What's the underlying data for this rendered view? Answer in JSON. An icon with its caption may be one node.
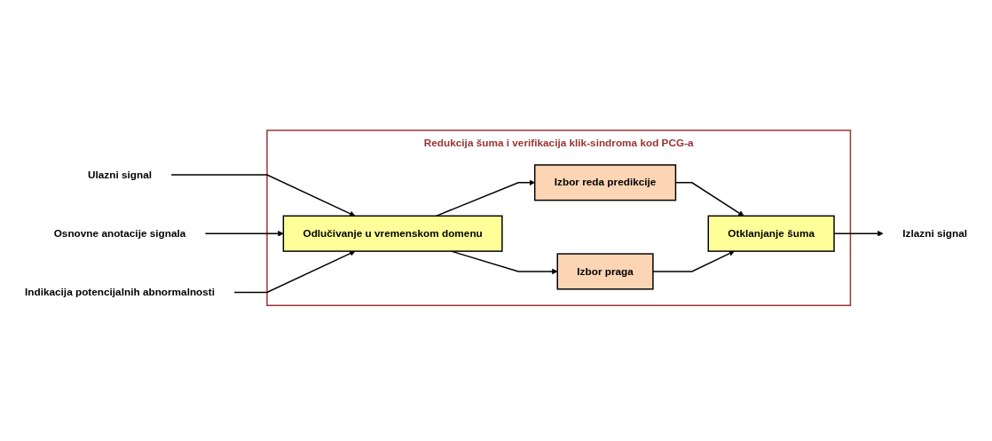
{
  "diagram": {
    "nodes": [
      {
        "text": [
          "Redukcija šuma i verifikacija klik-sindroma kod PCG-a"
        ]
      },
      {
        "text": [
          "Ulazni signal"
        ]
      },
      {
        "text": [
          "Odlučivanje u vremenskom domenu"
        ],
        "in": 0
      },
      {
        "text": [
          "Izbor reda predikcije"
        ],
        "in": 0
      },
      {
        "text": [
          "Izbor praga"
        ],
        "in": 0
      },
      {
        "text": [
          "Otklanjanje šuma"
        ],
        "in": 0
      },
      {
        "text": [
          "Izlazni signal"
        ]
      },
      {
        "text": [
          "Osnovne anotacije signala"
        ]
      },
      {
        "text": [
          "Indikacija potencijalnih abnormalnosti"
        ]
      }
    ],
    "edges": [
      {
        "from": 1,
        "to": 2,
        "arrow": "to"
      },
      {
        "from": 2,
        "to": 3,
        "arrow": "to"
      },
      {
        "from": 2,
        "to": 4,
        "arrow": "to"
      },
      {
        "from": 3,
        "to": 5,
        "arrow": "to"
      },
      {
        "from": 4,
        "to": 5,
        "arrow": "to"
      },
      {
        "from": 5,
        "to": 6,
        "arrow": "to"
      },
      {
        "from": 7,
        "to": 2,
        "arrow": "to"
      },
      {
        "from": 8,
        "to": 2,
        "arrow": "to"
      }
    ]
  }
}
